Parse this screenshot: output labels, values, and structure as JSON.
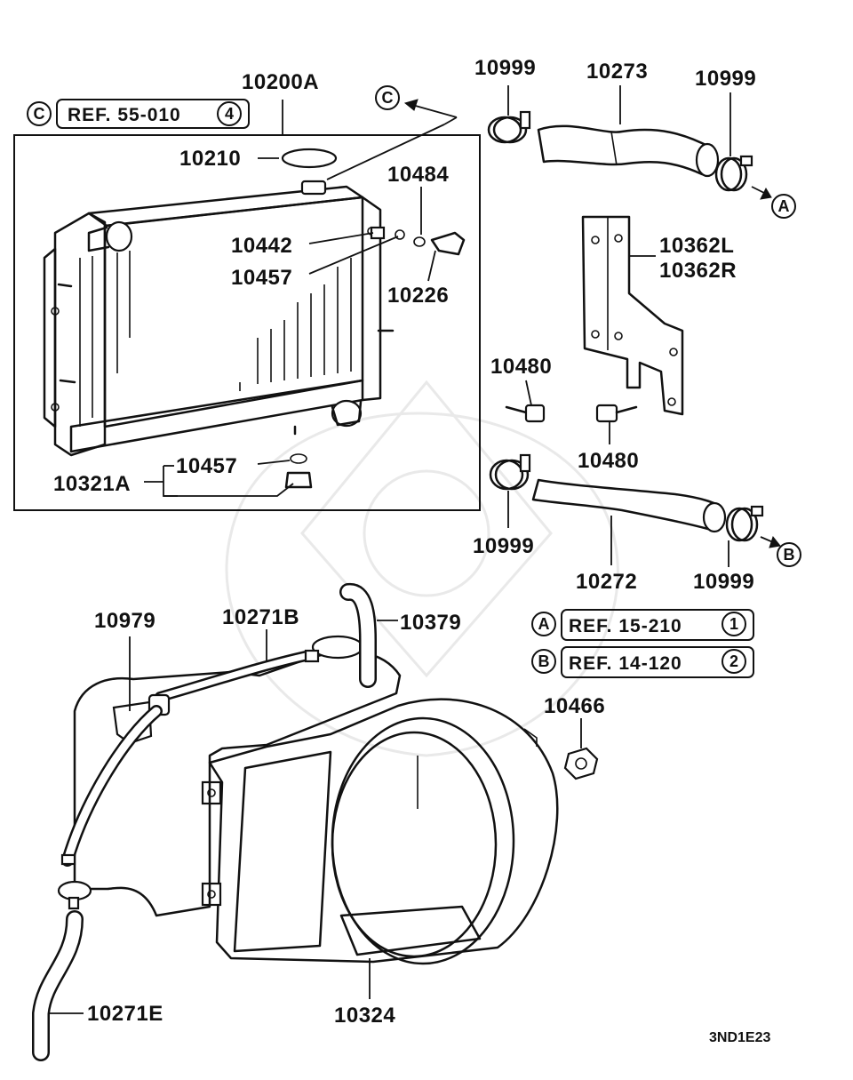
{
  "diagram": {
    "labels": {
      "l10200A": "10200A",
      "l10210": "10210",
      "l10484": "10484",
      "l10442": "10442",
      "l10457a": "10457",
      "l10226": "10226",
      "l10457b": "10457",
      "l10321A": "10321A",
      "l10999a": "10999",
      "l10273": "10273",
      "l10999b": "10999",
      "l10362L": "10362L",
      "l10362R": "10362R",
      "l10480a": "10480",
      "l10480b": "10480",
      "l10999c": "10999",
      "l10272": "10272",
      "l10999d": "10999",
      "l10979": "10979",
      "l10271B": "10271B",
      "l10379": "10379",
      "l10466": "10466",
      "l10324": "10324",
      "l10271E": "10271E"
    },
    "refs": {
      "c": {
        "letter": "C",
        "text": "REF. 55-010",
        "num": "4"
      },
      "a": {
        "letter": "A",
        "text": "REF. 15-210",
        "num": "1"
      },
      "b": {
        "letter": "B",
        "text": "REF. 14-120",
        "num": "2"
      }
    },
    "markers": {
      "c_arrow": "C",
      "a_arrow": "A",
      "b_arrow": "B"
    },
    "code": "3ND1E23"
  }
}
